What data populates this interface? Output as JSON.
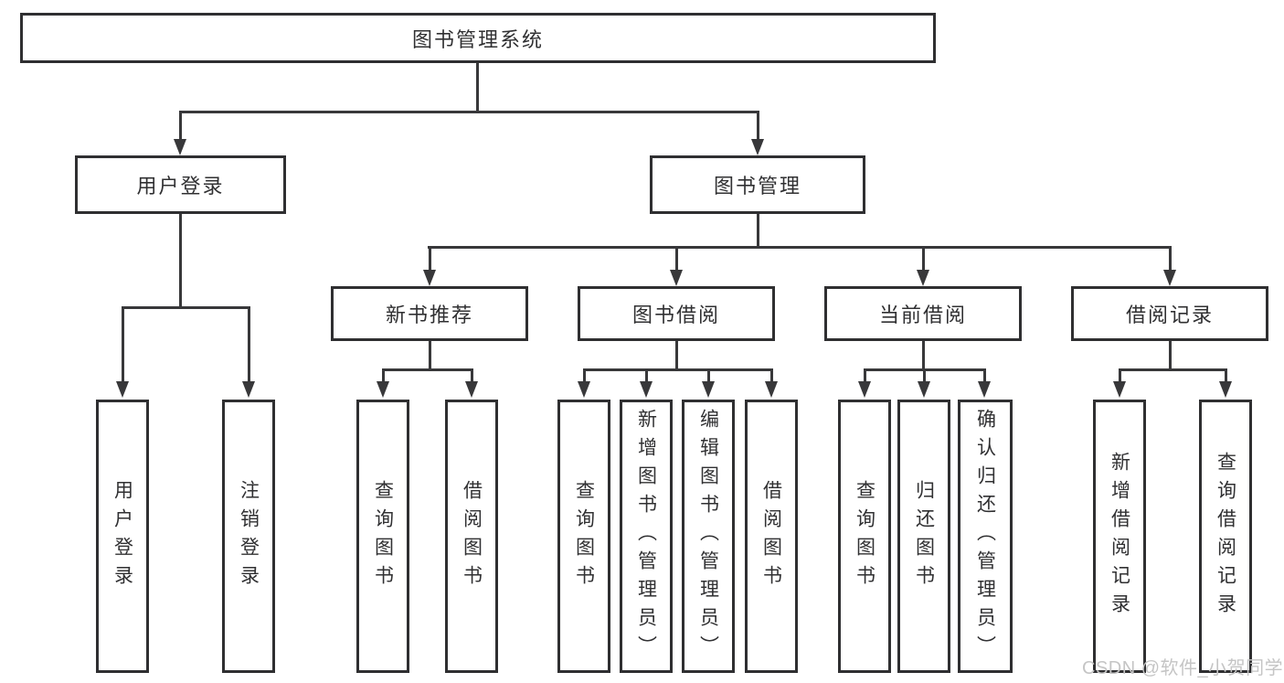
{
  "diagram": {
    "root": {
      "label": "图书管理系统"
    },
    "level2": [
      {
        "label": "用户登录",
        "children": [
          {
            "label": "用户登录"
          },
          {
            "label": "注销登录"
          }
        ]
      },
      {
        "label": "图书管理",
        "children": [
          {
            "label": "新书推荐",
            "children": [
              {
                "label": "查询图书"
              },
              {
                "label": "借阅图书"
              }
            ]
          },
          {
            "label": "图书借阅",
            "children": [
              {
                "label": "查询图书"
              },
              {
                "label": "新增图书（管理员）"
              },
              {
                "label": "编辑图书（管理员）"
              },
              {
                "label": "借阅图书"
              }
            ]
          },
          {
            "label": "当前借阅",
            "children": [
              {
                "label": "查询图书"
              },
              {
                "label": "归还图书"
              },
              {
                "label": "确认归还（管理员）"
              }
            ]
          },
          {
            "label": "借阅记录",
            "children": [
              {
                "label": "新增借阅记录"
              },
              {
                "label": "查询借阅记录"
              }
            ]
          }
        ]
      }
    ],
    "watermark": {
      "text": "CSDN @软件_小贺同学"
    },
    "colors": {
      "line": "#38383a",
      "box_border": "#2f2f31",
      "text": "#303032",
      "watermark": "#c5c5c5",
      "background": "#ffffff"
    }
  }
}
